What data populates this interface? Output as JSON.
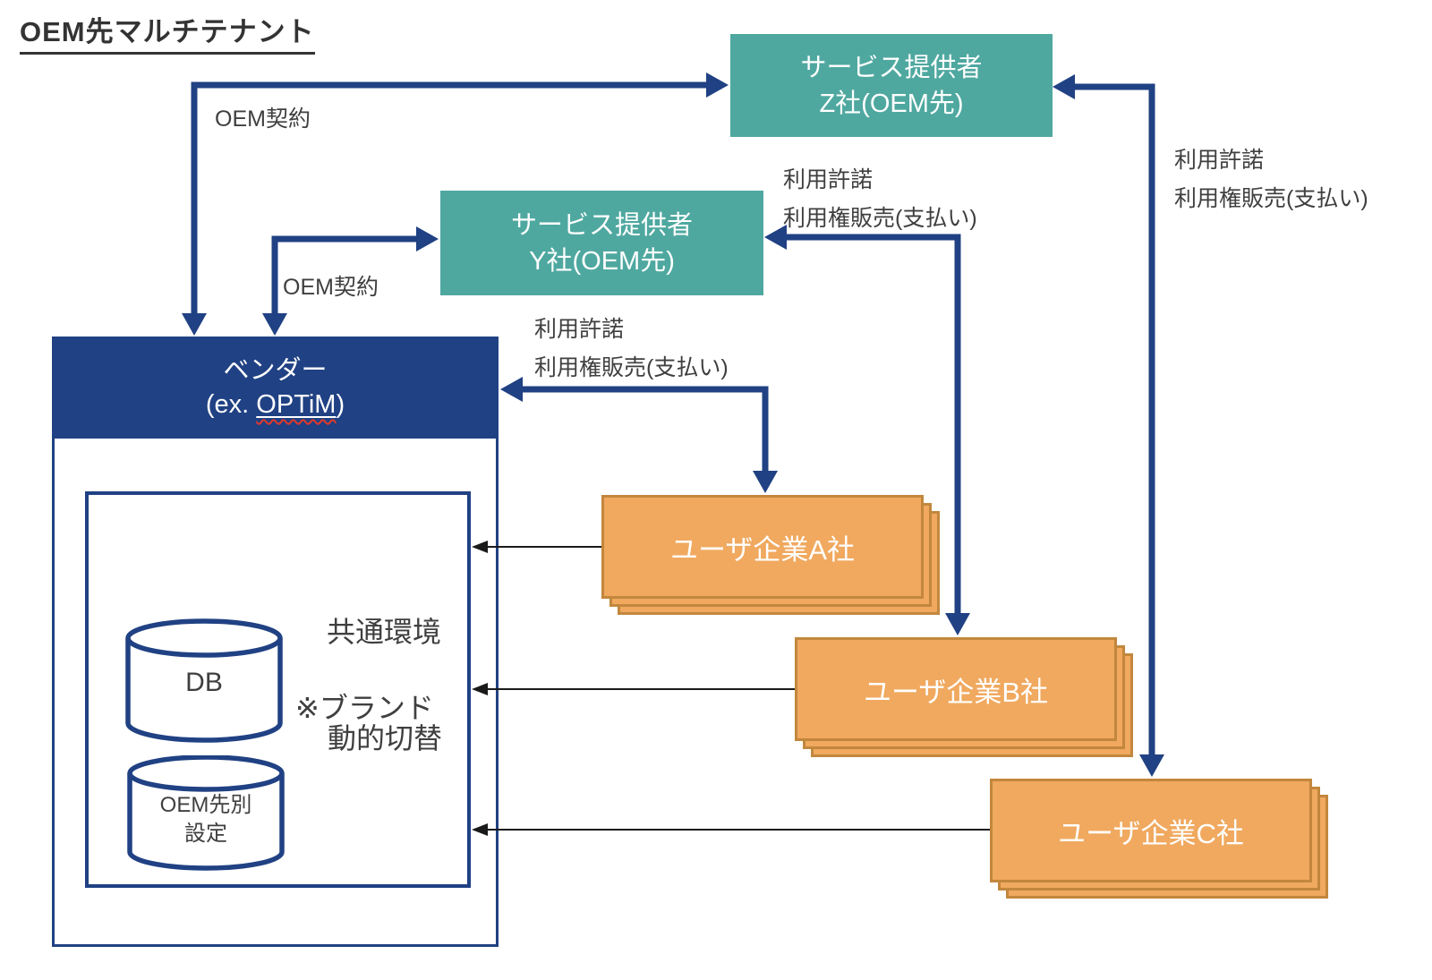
{
  "title": "OEM先マルチテナント",
  "colors": {
    "navy": "#204183",
    "teal": "#4FA8A0",
    "orange": "#F0A95F",
    "orange_border": "#C2873D",
    "ink": "#3F3F3F",
    "squiggle": "#E0392B"
  },
  "nodes": {
    "provider_z": {
      "line1": "サービス提供者",
      "line2": "Z社(OEM先)"
    },
    "provider_y": {
      "line1": "サービス提供者",
      "line2": "Y社(OEM先)"
    },
    "vendor": {
      "line1": "ベンダー",
      "line2_prefix": "(ex. ",
      "line2_brand": "OPTiM",
      "line2_suffix": ")"
    },
    "common_env": {
      "label": "共通環境",
      "note_line1": "※ブランド",
      "note_line2": "動的切替",
      "db_label": "DB",
      "oem_settings_line1": "OEM先別",
      "oem_settings_line2": "設定"
    },
    "user_a": {
      "label": "ユーザ企業A社"
    },
    "user_b": {
      "label": "ユーザ企業B社"
    },
    "user_c": {
      "label": "ユーザ企業C社"
    }
  },
  "edges": {
    "oem_contract_z": {
      "label": "OEM契約"
    },
    "oem_contract_y": {
      "label": "OEM契約"
    },
    "license_vendor": {
      "line1": "利用許諾",
      "line2": "利用権販売(支払い)"
    },
    "license_y": {
      "line1": "利用許諾",
      "line2": "利用権販売(支払い)"
    },
    "license_z": {
      "line1": "利用許諾",
      "line2": "利用権販売(支払い)"
    }
  }
}
